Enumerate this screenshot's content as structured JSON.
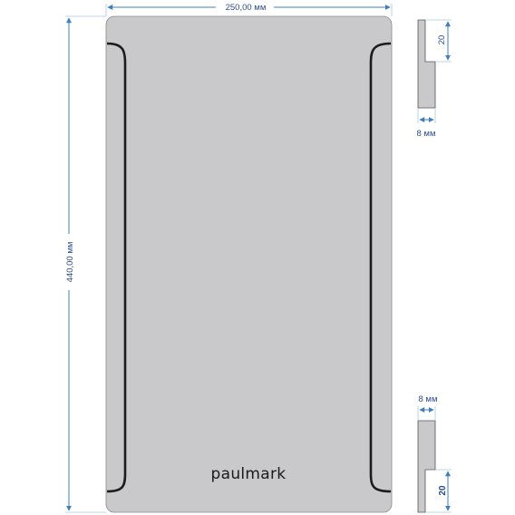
{
  "dimensions": {
    "width_label": "250,00 мм",
    "height_label": "440,00 мм",
    "top_detail_height": "20",
    "top_detail_thickness": "8 мм",
    "bottom_detail_thickness": "8 мм",
    "bottom_detail_height": "20"
  },
  "brand": {
    "logo_text": "paulmark"
  },
  "colors": {
    "panel_fill": "#c9c9cb",
    "handle_groove": "#1c1c1c",
    "dimension_line": "#3f7fc0"
  }
}
